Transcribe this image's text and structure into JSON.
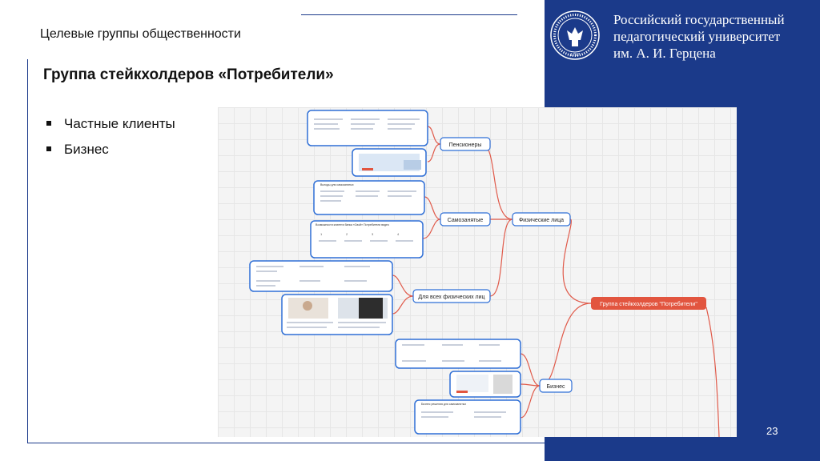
{
  "header": {
    "section_title": "Целевые группы общественности",
    "slide_title": "Группа стейкхолдеров «Потребители»"
  },
  "bullets": [
    "Частные клиенты",
    "Бизнес"
  ],
  "university": {
    "name_lines": [
      "Российский государственный",
      "педагогический университет",
      "им. А. И. Герцена"
    ],
    "seal_year": "1797"
  },
  "page_number": "23",
  "mindmap": {
    "root": "Группа стейкхолдеров \"Потребители\"",
    "branches": [
      "Физические лица",
      "Бизнес"
    ],
    "sub_branches": [
      "Пенсионеры",
      "Самозанятые",
      "Для всех физических лиц"
    ],
    "card_headings": [
      "Выгоды для самозанятых",
      "Возможности клиента банка «Свой» Потребители видео",
      "Бизнес решения для самозанятых"
    ],
    "step_numbers": [
      "1",
      "2",
      "3",
      "4"
    ]
  },
  "colors": {
    "brand_blue": "#1b3a8a",
    "mindmap_line": "#e05a4a",
    "root_node": "#e2553f",
    "card_border": "#2f6fd6"
  }
}
